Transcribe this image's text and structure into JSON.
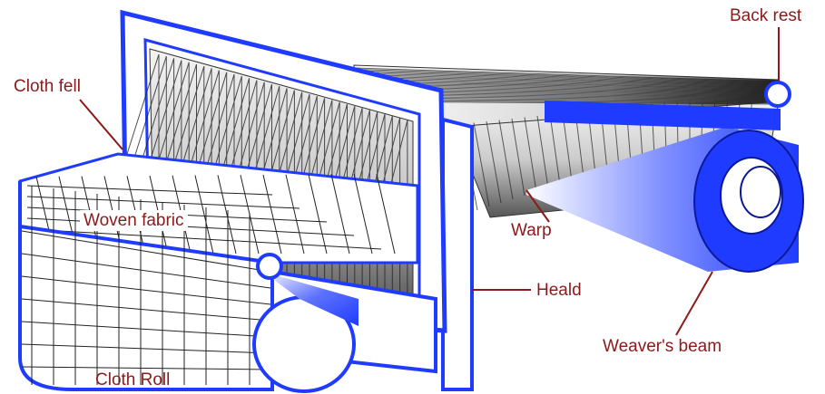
{
  "labels": {
    "cloth_fell": "Cloth fell",
    "back_rest": "Back rest",
    "woven_fabric": "Woven fabric",
    "warp": "Warp",
    "heald": "Heald",
    "weavers_beam": "Weaver's beam",
    "cloth_roll": "Cloth Roll"
  },
  "colors": {
    "frame_blue": "#1f3bff",
    "label_red": "#8b1a1a",
    "leader_line": "#8b1a1a",
    "thread_dark": "#333333"
  }
}
